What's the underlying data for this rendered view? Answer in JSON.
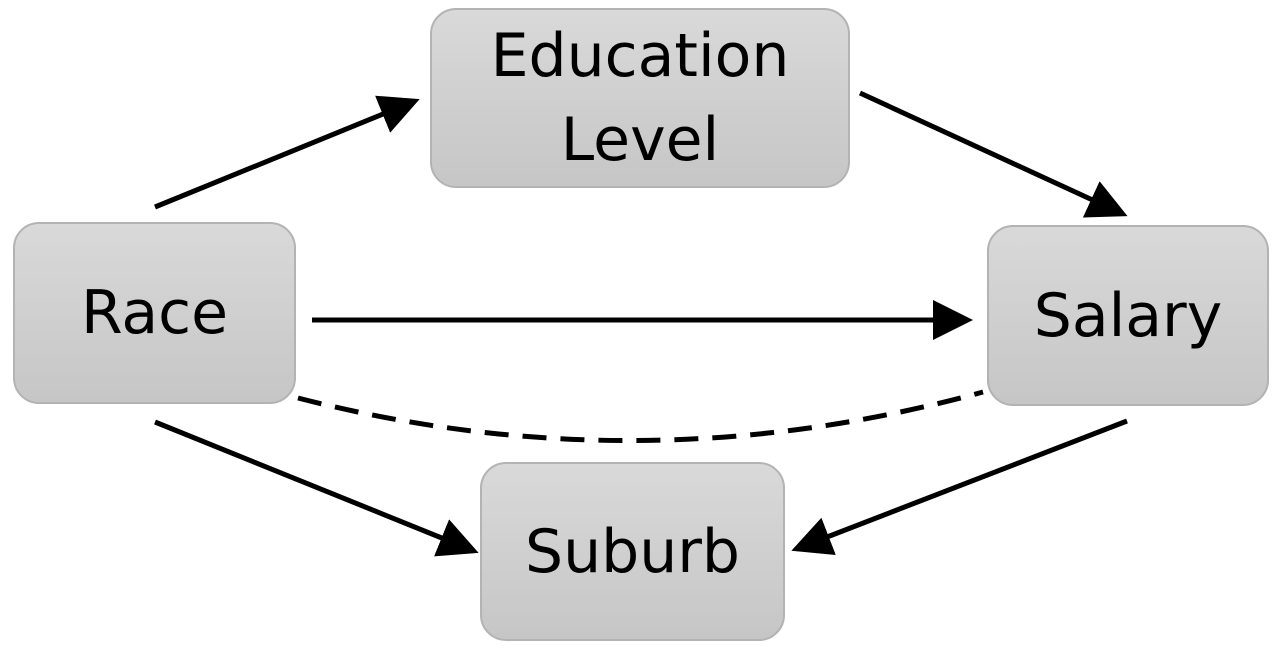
{
  "diagram": {
    "nodes": {
      "education": {
        "label": "Education Level"
      },
      "race": {
        "label": "Race"
      },
      "salary": {
        "label": "Salary"
      },
      "suburb": {
        "label": "Suburb"
      }
    },
    "edges": [
      {
        "from": "Race",
        "to": "Education Level",
        "style": "solid"
      },
      {
        "from": "Education Level",
        "to": "Salary",
        "style": "solid"
      },
      {
        "from": "Race",
        "to": "Salary",
        "style": "solid"
      },
      {
        "from": "Race",
        "to": "Suburb",
        "style": "solid"
      },
      {
        "from": "Salary",
        "to": "Suburb",
        "style": "solid"
      },
      {
        "from": "Race",
        "to": "Salary",
        "style": "dashed",
        "directed": false
      }
    ],
    "colors": {
      "node_fill": "#d0d0d0",
      "node_border": "#b3b3b3",
      "edge": "#000000"
    }
  }
}
